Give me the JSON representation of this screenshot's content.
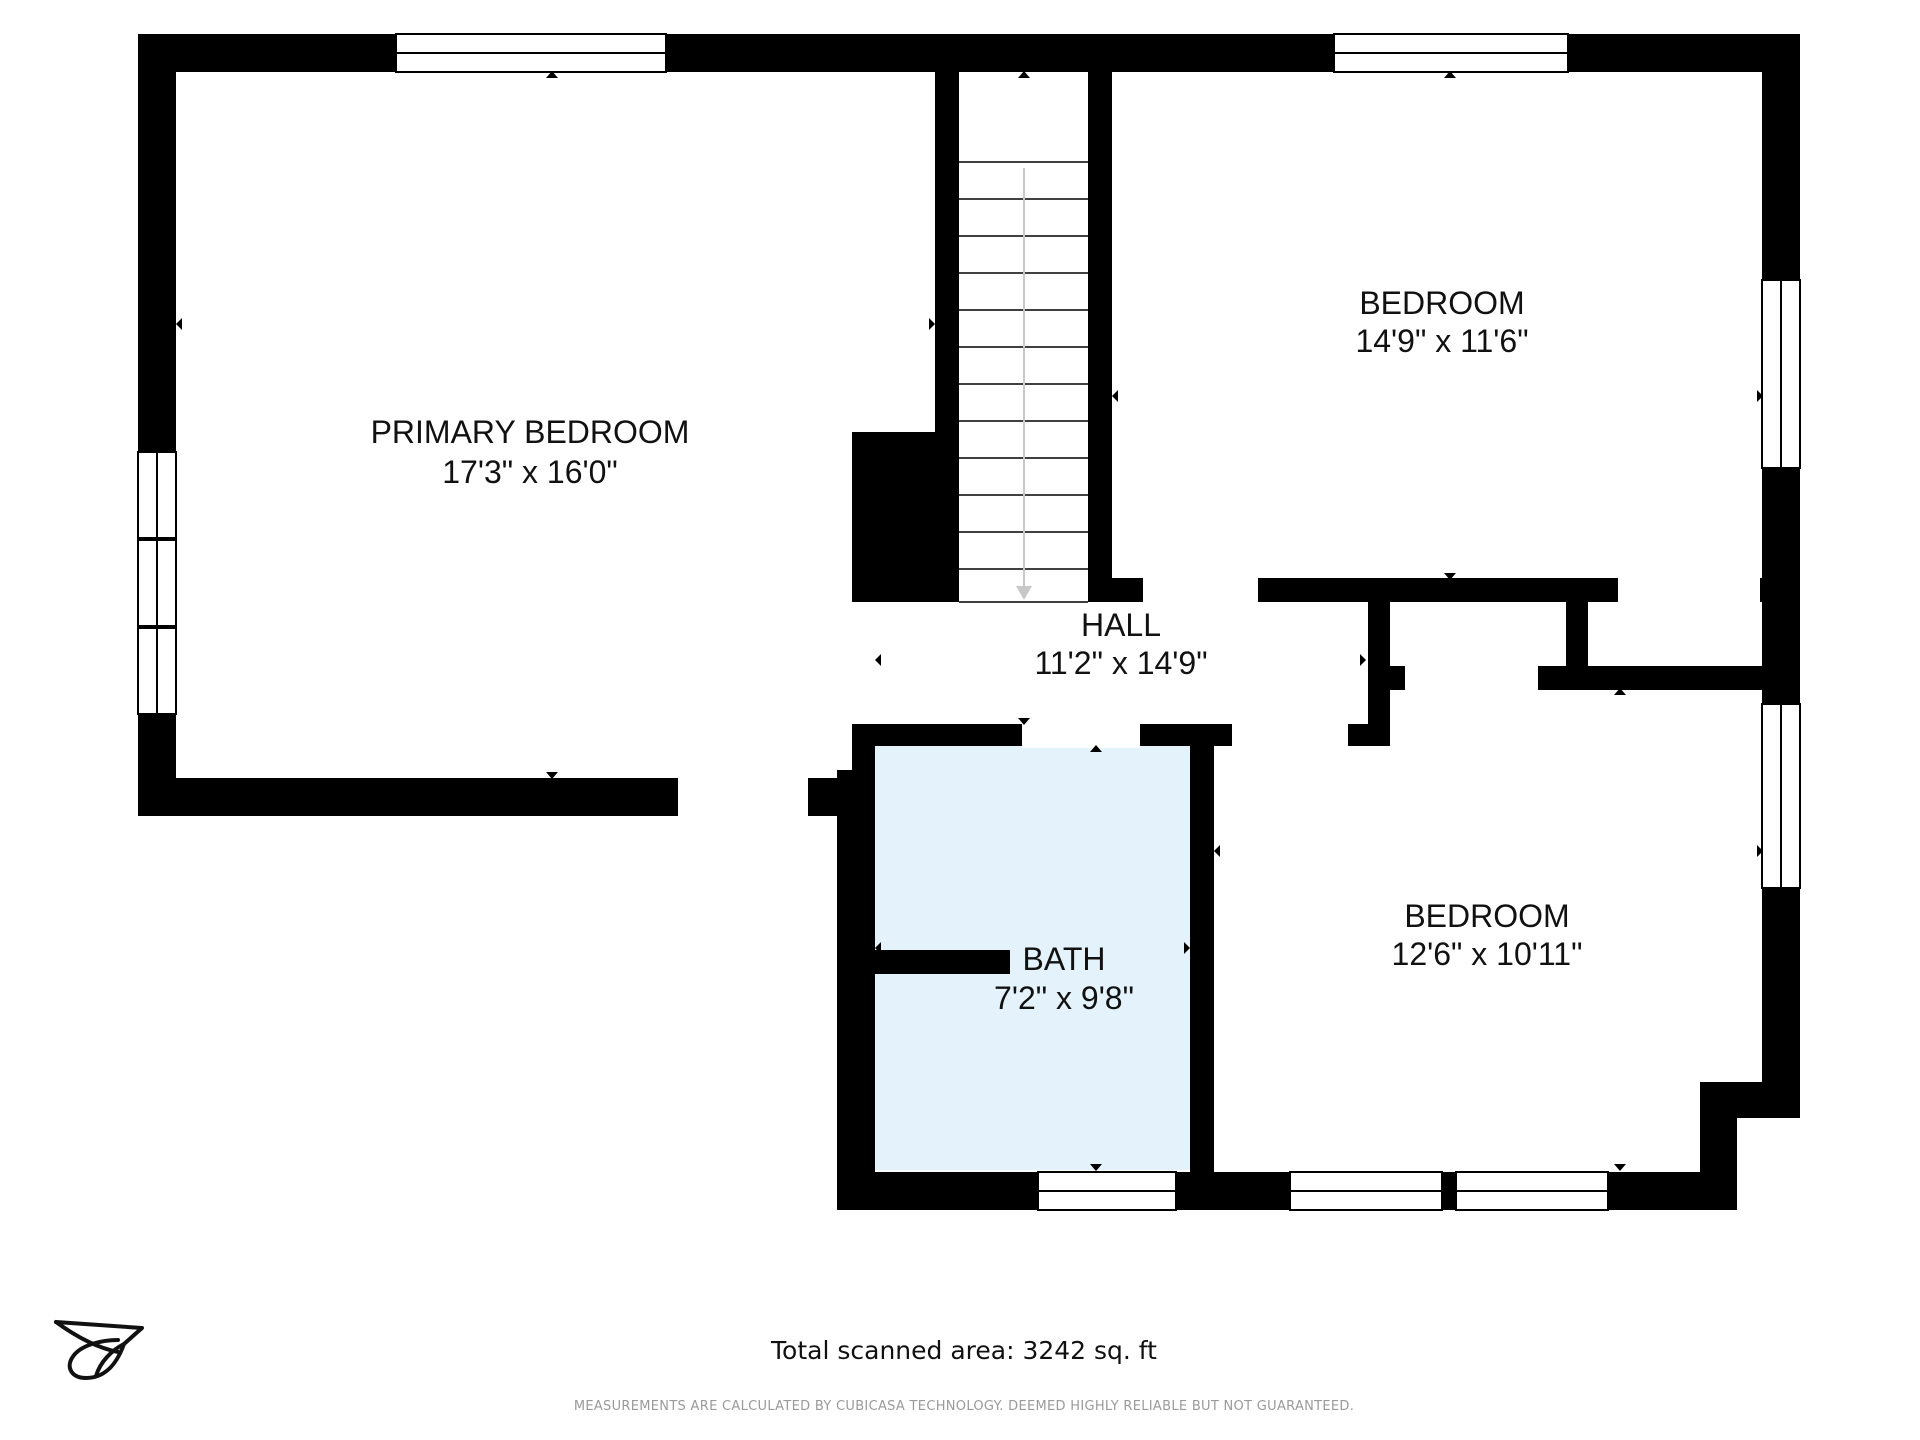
{
  "rooms": {
    "primary_bedroom": {
      "name": "PRIMARY BEDROOM",
      "size": "17'3\" x 16'0\""
    },
    "bedroom_1": {
      "name": "BEDROOM",
      "size": "14'9\" x 11'6\""
    },
    "hall": {
      "name": "HALL",
      "size": "11'2\" x 14'9\""
    },
    "bath": {
      "name": "BATH",
      "size": "7'2\" x 9'8\""
    },
    "bedroom_2": {
      "name": "BEDROOM",
      "size": "12'6\" x 10'11\""
    }
  },
  "footer": {
    "total_area": "Total scanned area: 3242 sq. ft",
    "disclaimer": "MEASUREMENTS ARE CALCULATED BY CUBICASA TECHNOLOGY. DEEMED HIGHLY RELIABLE BUT NOT GUARANTEED."
  },
  "colors": {
    "wall": "#000000",
    "bath_fill": "#e4f3fb",
    "stair_arrow": "#c8c8c8"
  },
  "icons": {
    "logo": "bird-logo-icon"
  }
}
